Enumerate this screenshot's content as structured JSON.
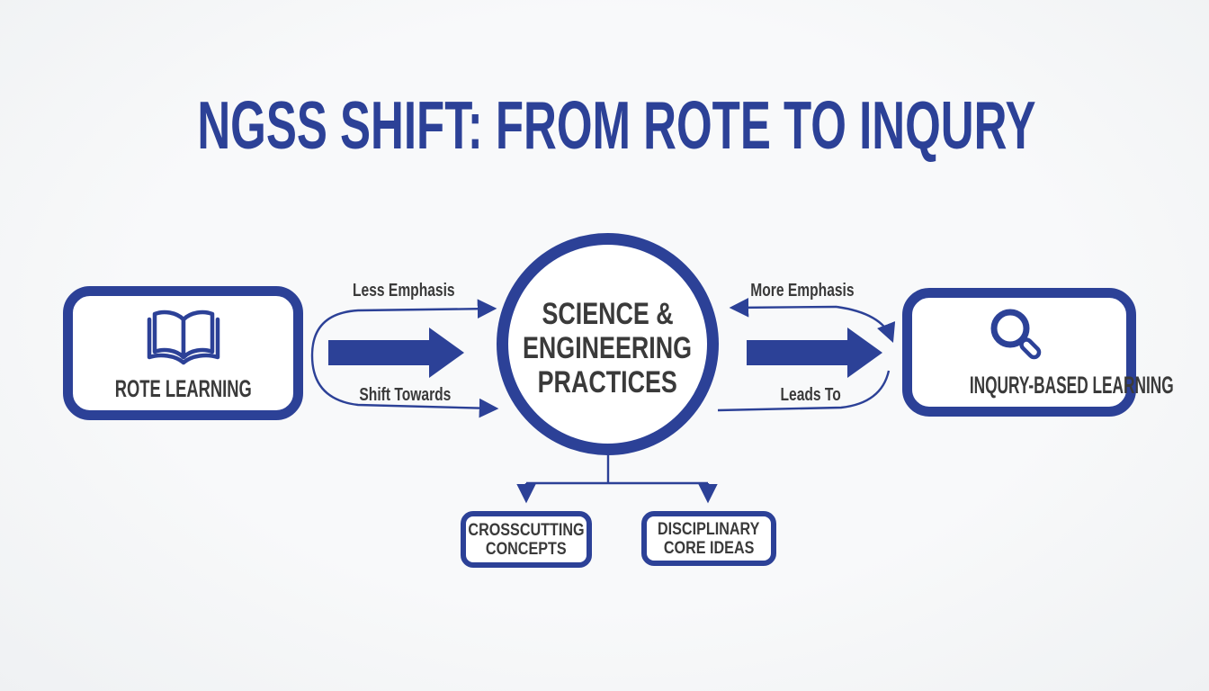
{
  "title": "NGSS SHIFT: FROM ROTE TO INQURY",
  "colors": {
    "blue": "#2c4197",
    "text_dark": "#3a3a3a",
    "background": "#f8f9fa"
  },
  "nodes": {
    "rote": {
      "label": "ROTE LEARNING",
      "icon": "open-book-icon"
    },
    "center": {
      "label_lines": [
        "SCIENCE &",
        "ENGINEERING",
        "PRACTICES"
      ]
    },
    "inquiry": {
      "label": "INQURY-BASED LEARNING",
      "icon": "magnifier-icon"
    },
    "crosscutting": {
      "label_lines": [
        "CROSSCUTTING",
        "CONCEPTS"
      ]
    },
    "disciplinary": {
      "label_lines": [
        "DISCIPLINARY",
        "CORE IDEAS"
      ]
    }
  },
  "edge_labels": {
    "less_emphasis": "Less Emphasis",
    "shift_towards": "Shift Towards",
    "more_emphasis": "More Emphasis",
    "leads_to": "Leads To"
  }
}
